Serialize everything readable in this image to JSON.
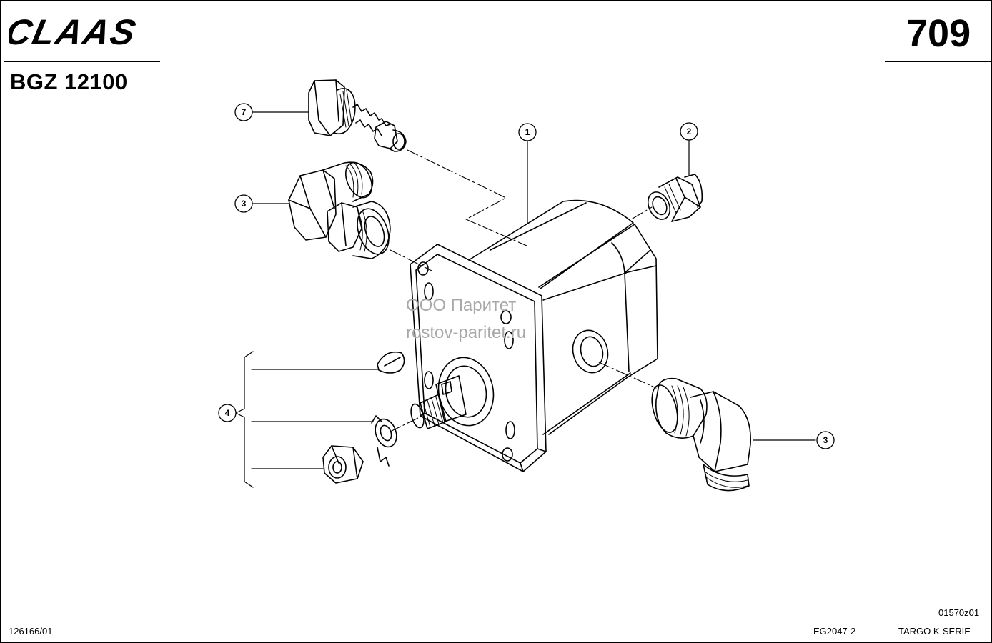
{
  "header": {
    "brand": "CLAAS",
    "group_code": "BGZ 12100",
    "page_number": "709"
  },
  "callouts": [
    "7",
    "3",
    "1",
    "2",
    "4",
    "3"
  ],
  "watermark": {
    "line1": "ООО Паритет",
    "line2": "rostov-paritet.ru"
  },
  "footer": {
    "doc_number": "126166/01",
    "ref_code": "EG2047-2",
    "series": "TARGO K-SERIE",
    "drawing_code": "01570z01"
  },
  "icons": {
    "brand_logo": "claas-logo-icon"
  }
}
